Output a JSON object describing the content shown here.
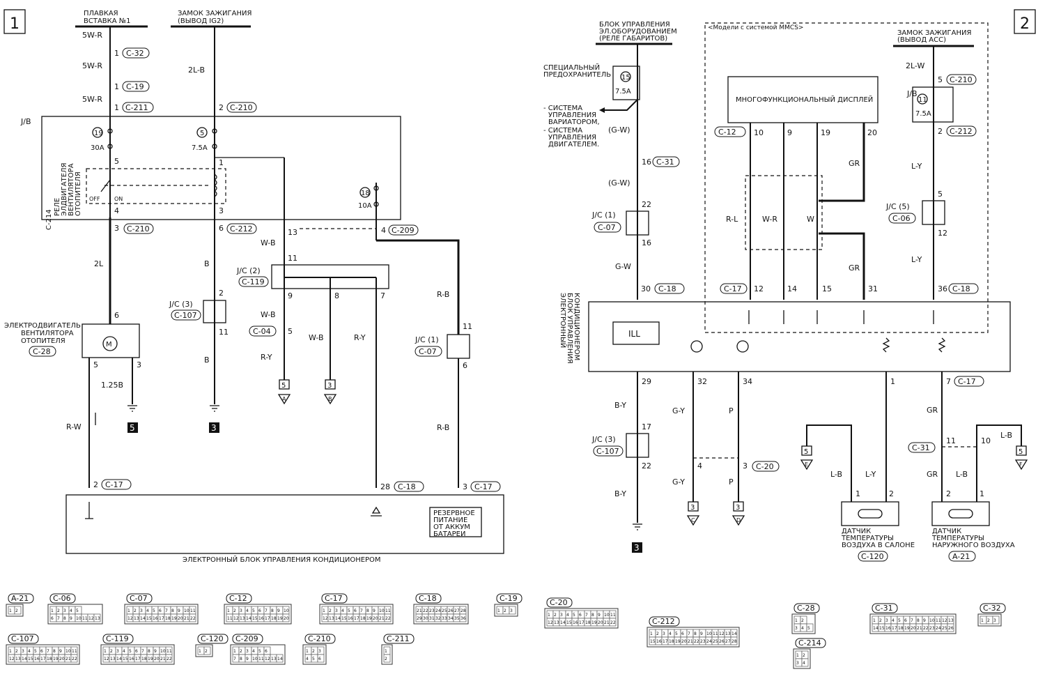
{
  "pages": {
    "p1": "1",
    "p2": "2"
  },
  "top": {
    "fuse1": [
      "ПЛАВКАЯ",
      "ВСТАВКА №1"
    ],
    "ign_ig2": [
      "ЗАМОК ЗАЖИГАНИЯ",
      "(ВЫВОД IG2)"
    ],
    "etacs": [
      "БЛОК УПРАВЛЕНИЯ",
      "ЭЛ.ОБОРУДОВАНИЕМ",
      "(РЕЛЕ ГАБАРИТОВ)"
    ],
    "mmcs": "<Модели с системой MMCS>",
    "ign_acc": [
      "ЗАМОК ЗАЖИГАНИЯ",
      "(ВЫВОД АСС)"
    ]
  },
  "labels": {
    "jb": "J/B",
    "relay": [
      "РЕЛЕ",
      "ЭЛДВИГАТЕЛЯ",
      "ВЕНТИЛЯТОРА",
      "ОТОПИТЕЛЯ"
    ],
    "relay_conn": "C-214",
    "off": "OFF",
    "on": "ON",
    "fan_motor": [
      "ЭЛЕКТРОДВИГАТЕЛЬ",
      "ВЕНТИЛЯТОРА",
      "ОТОПИТЕЛЯ"
    ],
    "ac_ecu_bottom": "ЭЛЕКТРОННЫЙ БЛОК УПРАВЛЕНИЯ КОНДИЦИОНЕРОМ",
    "backup": [
      "РЕЗЕРВНОЕ",
      "ПИТАНИЕ",
      "ОТ АККУМ",
      "БАТАРЕИ"
    ],
    "spec_fuse": [
      "СПЕЦИАЛЬНЫЙ",
      "ПРЕДОХРАНИТЕЛЬ"
    ],
    "systems": [
      "- СИСТЕМА",
      "УПРАВЛЕНИЯ",
      "ВАРИАТОРОМ,",
      "- СИСТЕМА",
      "УПРАВЛЕНИЯ",
      "ДВИГАТЕЛЕМ."
    ],
    "display": "МНОГОФУНКЦИОНАЛЬНЫЙ ДИСПЛЕЙ",
    "ac_ecu_side": [
      "ЭЛЕКТРОННЫЙ",
      "БЛОК УПРАВЛЕНИЯ",
      "КОНДИЦИОНЕРОМ"
    ],
    "ill": "ILL",
    "sensor_in": [
      "ДАТЧИК",
      "ТЕМПЕРАТУРЫ",
      "ВОЗДУХА В САЛОНЕ"
    ],
    "sensor_in_conn": "C-120",
    "sensor_out": [
      "ДАТЧИК",
      "ТЕМПЕРАТУРЫ",
      "НАРУЖНОГО ВОЗДУХА"
    ],
    "sensor_out_conn": "A-21",
    "jc2": "J/C (2)",
    "jc3": "J/C (3)",
    "jc1": "J/C (1)",
    "jc5": "J/C (5)"
  },
  "wires": {
    "w5wr": "5W-R",
    "w2lb": "2L-B",
    "w2l": "2L",
    "b": "B",
    "wb": "W-B",
    "ry": "R-Y",
    "rb": "R-B",
    "rw": "R-W",
    "w125b": "1.25B",
    "gw_p": "(G-W)",
    "gw": "G-W",
    "by": "B-Y",
    "gy": "G-Y",
    "p": "P",
    "lb": "L-B",
    "ly": "L-Y",
    "gr": "GR",
    "rl": "R-L",
    "wr": "W-R",
    "w": "W",
    "w2lw": "2L-W"
  },
  "fuses": {
    "f19": "19",
    "a30": "30A",
    "f5": "5",
    "a75": "7.5A",
    "f18": "18",
    "a10": "10A",
    "f15": "15",
    "f11": "11"
  },
  "connectors": {
    "c32": "C-32",
    "c19": "C-19",
    "c211": "C-211",
    "c210": "C-210",
    "c212": "C-212",
    "c209": "C-209",
    "c119": "C-119",
    "c04": "C-04",
    "c107": "C-107",
    "c07": "C-07",
    "c28": "C-28",
    "c17": "C-17",
    "c18": "C-18",
    "c31": "C-31",
    "c12": "C-12",
    "c06": "C-06",
    "c20": "C-20",
    "a21": "A-21",
    "c120": "C-120",
    "c214": "C-214"
  },
  "pins": {
    "p1": "1",
    "p2": "2",
    "p3": "3",
    "p4": "4",
    "p5": "5",
    "p6": "6",
    "p7": "7",
    "p8": "8",
    "p9": "9",
    "p10": "10",
    "p11": "11",
    "p12": "12",
    "p13": "13",
    "p14": "14",
    "p15": "15",
    "p16": "16",
    "p17": "17",
    "p19": "19",
    "p20": "20",
    "p22": "22",
    "p28": "28",
    "p29": "29",
    "p30": "30",
    "p31": "31",
    "p32": "32",
    "p34": "34",
    "p36": "36"
  },
  "refs": {
    "r5": "5",
    "r3": "3",
    "A": "A",
    "B": "B",
    "C": "C",
    "D": "D",
    "E": "E",
    "F": "F"
  },
  "legend": [
    {
      "id": "A-21",
      "rows": [
        [
          "1",
          "2"
        ]
      ]
    },
    {
      "id": "C-06",
      "rows": [
        [
          "1",
          "2",
          "3",
          "4",
          "5"
        ],
        [
          "6",
          "7",
          "8",
          "9",
          "10",
          "11",
          "12",
          "13"
        ]
      ]
    },
    {
      "id": "C-07",
      "rows": [
        [
          "1",
          "2",
          "3",
          "4",
          "5",
          "6",
          "7",
          "8",
          "9",
          "10",
          "11"
        ],
        [
          "12",
          "13",
          "14",
          "15",
          "16",
          "17",
          "18",
          "19",
          "20",
          "21",
          "22"
        ]
      ]
    },
    {
      "id": "C-12",
      "rows": [
        [
          "1",
          "2",
          "3",
          "4",
          "5",
          "6",
          "7",
          "8",
          "9",
          "10"
        ],
        [
          "11",
          "12",
          "13",
          "14",
          "15",
          "16",
          "17",
          "18",
          "19",
          "20"
        ]
      ]
    },
    {
      "id": "C-17",
      "rows": [
        [
          "1",
          "2",
          "3",
          "4",
          "5",
          "6",
          "7",
          "8",
          "9",
          "10",
          "11"
        ],
        [
          "12",
          "13",
          "14",
          "15",
          "16",
          "17",
          "18",
          "19",
          "20",
          "21",
          "22"
        ]
      ]
    },
    {
      "id": "C-18",
      "rows": [
        [
          "21",
          "22",
          "23",
          "24",
          "25",
          "26",
          "27",
          "28"
        ],
        [
          "29",
          "30",
          "31",
          "32",
          "33",
          "34",
          "35",
          "36"
        ]
      ]
    },
    {
      "id": "C-19",
      "rows": [
        [
          "1",
          "2",
          "3"
        ]
      ]
    },
    {
      "id": "C-20",
      "rows": [
        [
          "1",
          "2",
          "3",
          "4",
          "5",
          "6",
          "7",
          "8",
          "9",
          "10",
          "11"
        ],
        [
          "12",
          "13",
          "14",
          "15",
          "16",
          "17",
          "18",
          "19",
          "20",
          "21",
          "22"
        ]
      ]
    },
    {
      "id": "C-28",
      "rows": [
        [
          "1",
          "2"
        ],
        [
          "3",
          "4",
          "5"
        ]
      ]
    },
    {
      "id": "C-31",
      "rows": [
        [
          "1",
          "2",
          "3",
          "4",
          "5",
          "6",
          "7",
          "8",
          "9",
          "10",
          "11",
          "12",
          "13"
        ],
        [
          "14",
          "15",
          "16",
          "17",
          "18",
          "19",
          "20",
          "21",
          "22",
          "23",
          "24",
          "25",
          "26"
        ]
      ]
    },
    {
      "id": "C-32",
      "rows": [
        [
          "1",
          "2",
          "3"
        ]
      ]
    },
    {
      "id": "C-107",
      "rows": [
        [
          "1",
          "2",
          "3",
          "4",
          "5",
          "6",
          "7",
          "8",
          "9",
          "10",
          "11"
        ],
        [
          "12",
          "13",
          "14",
          "15",
          "16",
          "17",
          "18",
          "19",
          "20",
          "21",
          "22"
        ]
      ]
    },
    {
      "id": "C-119",
      "rows": [
        [
          "1",
          "2",
          "3",
          "4",
          "5",
          "6",
          "7",
          "8",
          "9",
          "10",
          "11"
        ],
        [
          "12",
          "13",
          "14",
          "15",
          "16",
          "17",
          "18",
          "19",
          "20",
          "21",
          "22"
        ]
      ]
    },
    {
      "id": "C-120",
      "rows": [
        [
          "1",
          "2"
        ]
      ]
    },
    {
      "id": "C-209",
      "rows": [
        [
          "1",
          "2",
          "3",
          "4",
          "5",
          "6"
        ],
        [
          "7",
          "8",
          "9",
          "10",
          "11",
          "12",
          "13",
          "14"
        ]
      ]
    },
    {
      "id": "C-210",
      "rows": [
        [
          "1",
          "2",
          "3"
        ],
        [
          "4",
          "5",
          "6"
        ]
      ]
    },
    {
      "id": "C-211",
      "rows": [
        [
          "1"
        ],
        [
          "2"
        ]
      ]
    },
    {
      "id": "C-212",
      "rows": [
        [
          "1",
          "2",
          "3",
          "4",
          "5",
          "6",
          "7",
          "8",
          "9",
          "10",
          "11",
          "12",
          "13",
          "14"
        ],
        [
          "15",
          "16",
          "17",
          "18",
          "19",
          "20",
          "21",
          "22",
          "23",
          "24",
          "25",
          "26",
          "27",
          "28"
        ]
      ]
    },
    {
      "id": "C-214",
      "rows": [
        [
          "1",
          "2"
        ],
        [
          "3",
          "4"
        ]
      ]
    }
  ]
}
